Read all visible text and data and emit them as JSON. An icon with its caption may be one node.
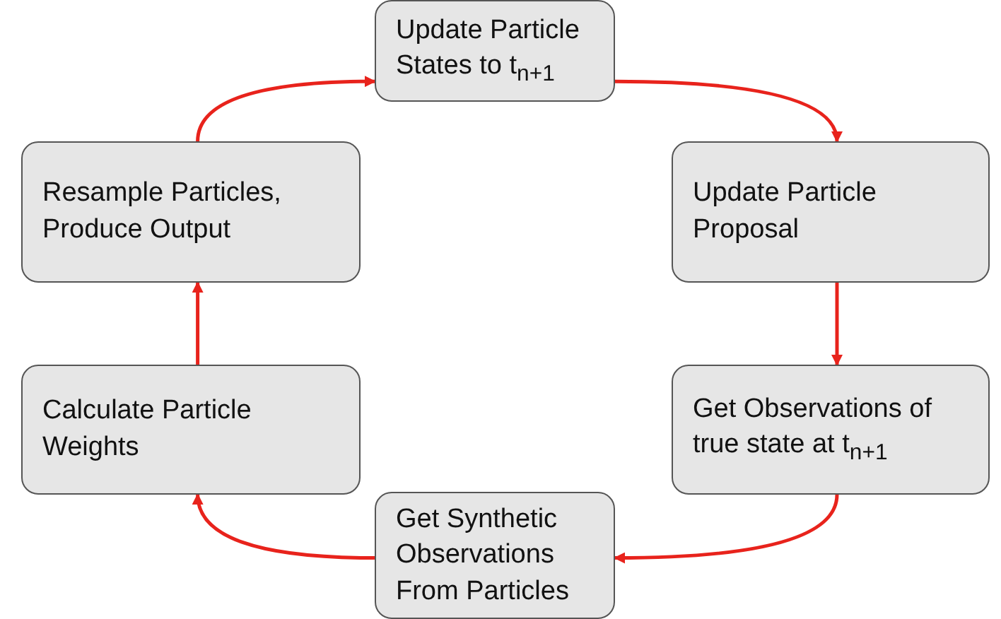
{
  "diagram": {
    "nodes": [
      {
        "text": [
          "Update Particle States to t$_{n+1}$"
        ]
      },
      {
        "text": [
          "Update Particle Proposal"
        ]
      },
      {
        "text": [
          "Get Observations of true state at t$_{n+1}$"
        ]
      },
      {
        "text": [
          "Get Synthetic Observations From Particles"
        ]
      },
      {
        "text": [
          "Calculate Particle Weights"
        ]
      },
      {
        "text": [
          "Resample Particles, Produce Output"
        ]
      }
    ],
    "edges": [
      {
        "from": 0,
        "to": 1,
        "arrow": "to"
      },
      {
        "from": 1,
        "to": 2,
        "arrow": "to"
      },
      {
        "from": 2,
        "to": 3,
        "arrow": "to"
      },
      {
        "from": 3,
        "to": 4,
        "arrow": "to"
      },
      {
        "from": 4,
        "to": 5,
        "arrow": "to"
      },
      {
        "from": 5,
        "to": 0,
        "arrow": "to"
      }
    ]
  }
}
